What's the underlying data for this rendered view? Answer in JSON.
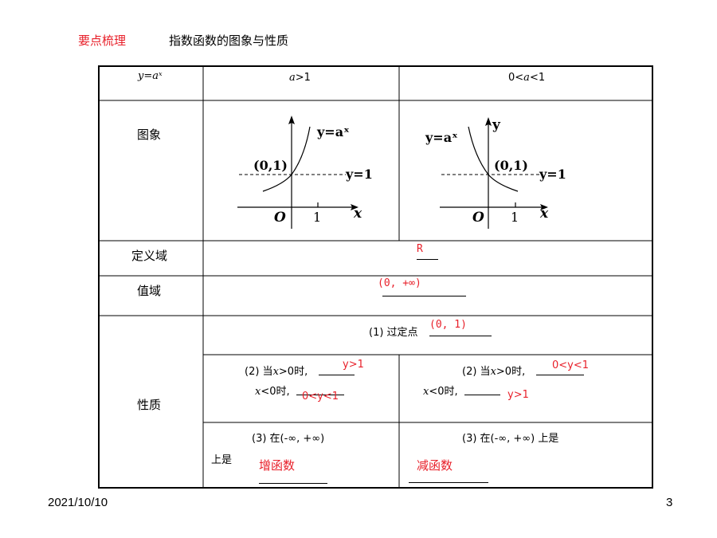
{
  "header": {
    "section": "要点梳理",
    "topic": "指数函数的图象与性质"
  },
  "table": {
    "col_func": "y=aˣ",
    "col_a_gt1_var": "a",
    "col_a_gt1_rest": ">1",
    "col_a_lt1_prefix": "0<",
    "col_a_lt1_var": "a",
    "col_a_lt1_rest": "<1",
    "row_graph": "图象",
    "row_domain": "定义域",
    "row_range": "值域",
    "row_props": "性质",
    "domain_answer": "R",
    "range_answer": "(0, +∞)",
    "prop1_text": "(1) 过定点",
    "prop1_answer": "(0, 1)",
    "prop2_left_line1_pre": "(2) 当",
    "prop2_left_line1_var": "x",
    "prop2_left_line1_post": ">0时,",
    "prop2_left_line1_answer": "y>1",
    "prop2_left_line2_var": "x",
    "prop2_left_line2_post": "<0时,",
    "prop2_left_line2_answer": "0<y<1",
    "prop2_right_line1_pre": "(2) 当",
    "prop2_right_line1_var": "x",
    "prop2_right_line1_post": ">0时,",
    "prop2_right_line1_answer": "0<y<1",
    "prop2_right_line2_var": "x",
    "prop2_right_line2_post": "<0时,",
    "prop2_right_line2_answer": "y>1",
    "prop3_left_line1": "(3) 在(-∞, +∞)",
    "prop3_left_line2": "上是",
    "prop3_left_answer": "增函数",
    "prop3_right_line1": "(3) 在(-∞, +∞) 上是",
    "prop3_right_answer": "减函数",
    "graph_left": {
      "curve_label": "y=aˣ",
      "point_label": "(0,1)",
      "line_label": "y=1",
      "origin": "O",
      "tick": "1",
      "x_axis": "x"
    },
    "graph_right": {
      "curve_label": "y=aˣ",
      "point_label": "(0,1)",
      "line_label": "y=1",
      "origin": "O",
      "tick": "1",
      "x_axis": "x",
      "y_axis": "y"
    }
  },
  "footer": {
    "date": "2021/10/10",
    "page": "3"
  },
  "colors": {
    "answer_red": "#e8202a",
    "text_black": "#000000"
  }
}
